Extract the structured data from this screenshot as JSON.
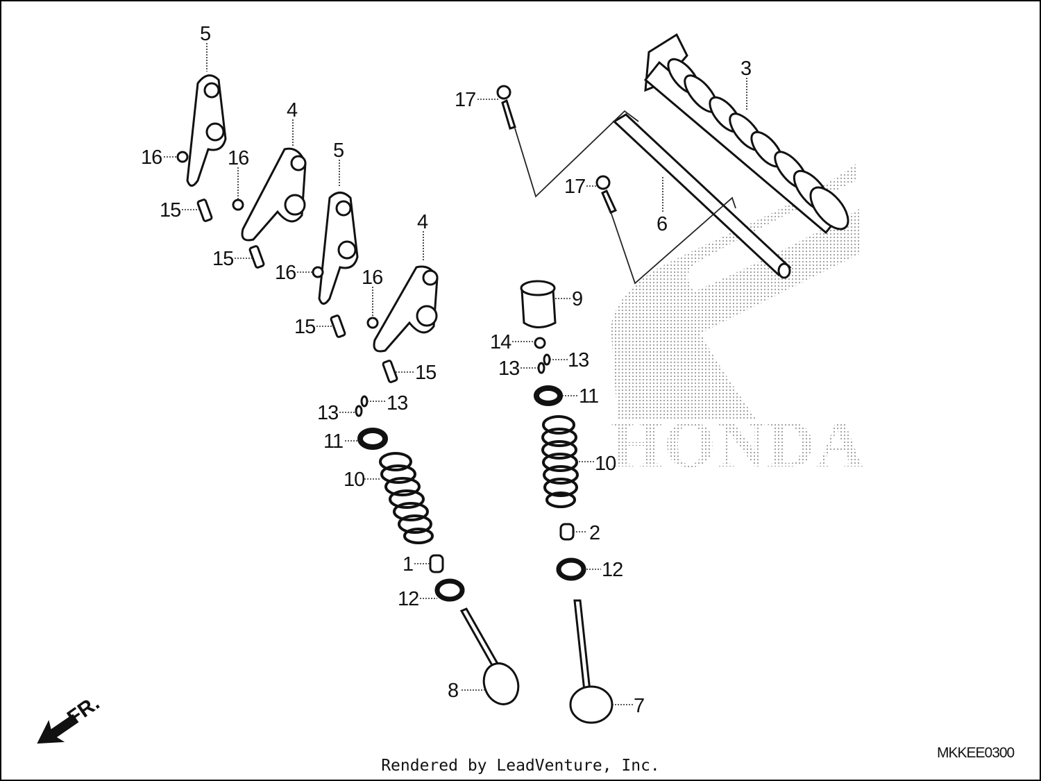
{
  "diagram": {
    "labels": {
      "l5a": "5",
      "l4a": "4",
      "l5b": "5",
      "l4b": "4",
      "l16a": "16",
      "l16b": "16",
      "l16c": "16",
      "l16d": "16",
      "l15a": "15",
      "l15b": "15",
      "l15c": "15",
      "l15d": "15",
      "l17a": "17",
      "l17b": "17",
      "l3": "3",
      "l6": "6",
      "l9": "9",
      "l14": "14",
      "l13a": "13",
      "l13b": "13",
      "l13c": "13",
      "l13d": "13",
      "l11a": "11",
      "l11b": "11",
      "l10a": "10",
      "l10b": "10",
      "l1": "1",
      "l2": "2",
      "l12a": "12",
      "l12b": "12",
      "l8": "8",
      "l7": "7"
    },
    "direction_label": "FR.",
    "watermark": "HONDA",
    "diagram_code": "MKKEE0300",
    "footer": "Rendered by LeadVenture, Inc."
  }
}
